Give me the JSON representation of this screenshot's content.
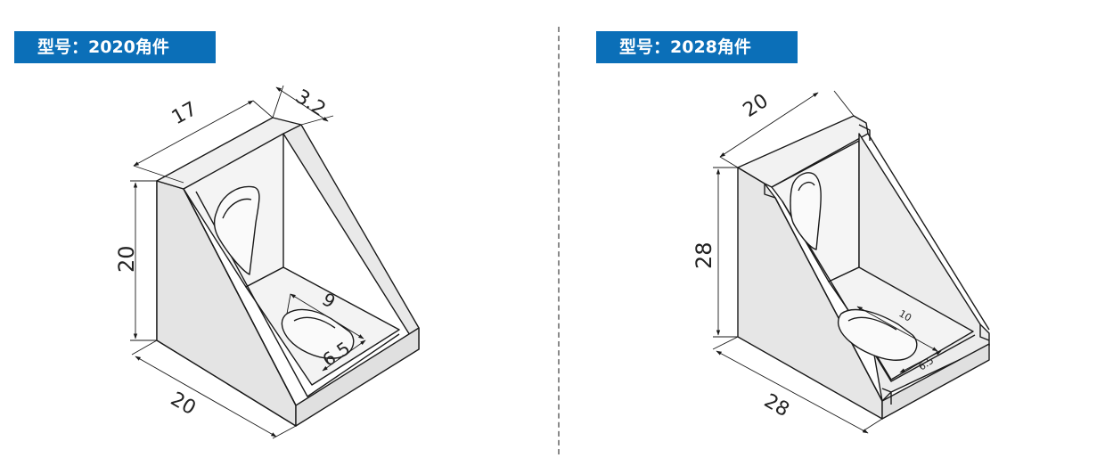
{
  "left_panel": {
    "title": "型号：2020角件",
    "dimensions": {
      "top_depth": "17",
      "thickness": "3.2",
      "height": "20",
      "base_length": "20",
      "slot_length": "9",
      "slot_width": "6.5"
    }
  },
  "right_panel": {
    "title": "型号：2028角件",
    "dimensions": {
      "top_depth": "20",
      "height": "28",
      "base_length": "28",
      "slot_length": "10",
      "slot_width": "6.5"
    }
  },
  "colors": {
    "title_background": "#0b6fb8",
    "title_text": "#ffffff",
    "line": "#1a1a1a",
    "face": "#e8e8e8",
    "divider": "#8a8a8a"
  },
  "icons": [
    "corner-bracket-2020-drawing",
    "corner-bracket-2028-drawing"
  ]
}
